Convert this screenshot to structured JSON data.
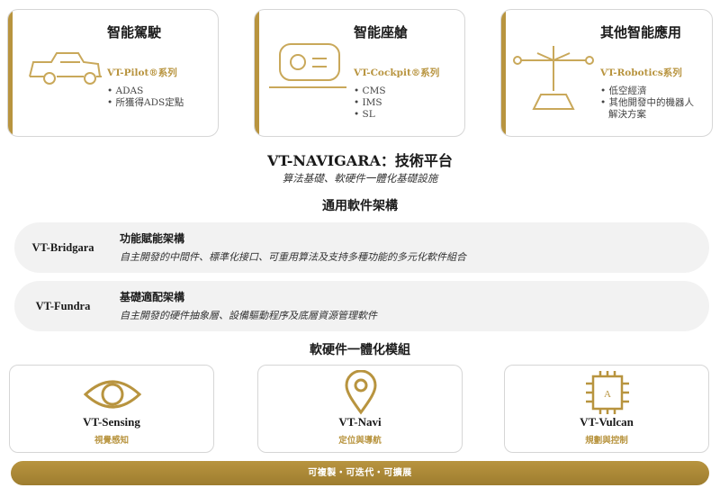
{
  "cards": [
    {
      "title": "智能駕駛",
      "series": "VT-Pilot®系列",
      "items": [
        "ADAS",
        "所獲得ADS定點"
      ]
    },
    {
      "title": "智能座艙",
      "series": "VT-Cockpit®系列",
      "items": [
        "CMS",
        "IMS",
        "SL"
      ]
    },
    {
      "title": "其他智能應用",
      "series": "VT-Robotics系列",
      "items": [
        "低空經濟",
        "其他開發中的機器人",
        "解決方案"
      ]
    }
  ],
  "platform": {
    "title": "VT-NAVIGARA：技術平台",
    "subtitle": "算法基礎、軟硬件一體化基礎設施"
  },
  "framework_heading": "通用軟件架構",
  "frameworks": [
    {
      "name": "VT-Bridgara",
      "head": "功能賦能架構",
      "desc": "自主開發的中間件、標準化接口、可重用算法及支持多種功能的多元化軟件組合"
    },
    {
      "name": "VT-Fundra",
      "head": "基礎適配架構",
      "desc": "自主開發的硬件抽象層、設備驅動程序及底層資源管理軟件"
    }
  ],
  "modules_heading": "軟硬件一體化模組",
  "modules": [
    {
      "name": "VT-Sensing",
      "sub": "視覺感知"
    },
    {
      "name": "VT-Navi",
      "sub": "定位與導航"
    },
    {
      "name": "VT-Vulcan",
      "sub": "規劃與控制",
      "chip_letter": "A"
    }
  ],
  "footer": "可複製・可迭代・可擴展",
  "colors": {
    "accent": "#b8943f",
    "row_bg": "#f2f2f2",
    "border": "#d6d6d6"
  },
  "icons": [
    "car-icon",
    "camera-icon",
    "robot-arm-icon",
    "eye-icon",
    "location-pin-icon",
    "chip-icon"
  ]
}
